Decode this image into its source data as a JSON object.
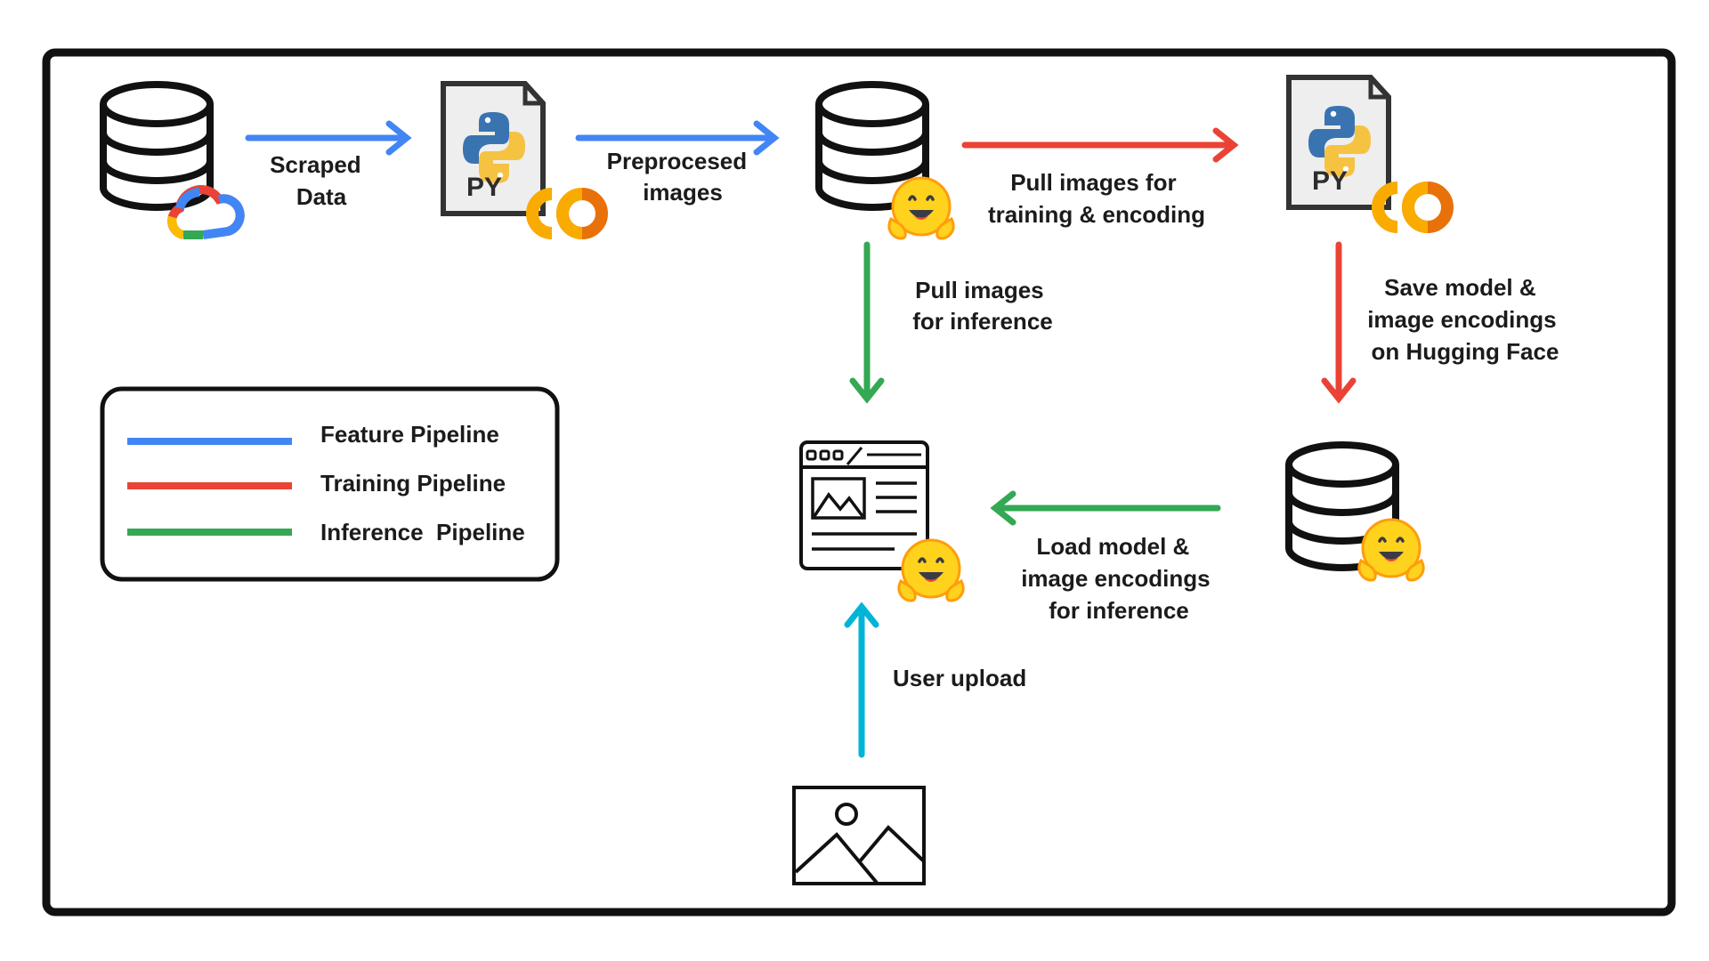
{
  "labels": {
    "scraped_l1": "Scraped",
    "scraped_l2": "Data",
    "preprocessed_l1": "Preprocesed",
    "preprocessed_l2": "images",
    "pull_train_l1": "Pull images for",
    "pull_train_l2": "training & encoding",
    "pull_infer_l1": "Pull images",
    "pull_infer_l2": "for inference",
    "save_l1": "Save model &",
    "save_l2": "image encodings",
    "save_l3": "on Hugging Face",
    "load_l1": "Load model &",
    "load_l2": "image encodings",
    "load_l3": "for inference",
    "upload": "User upload",
    "py_badge": "PY"
  },
  "legend": {
    "items": [
      {
        "label": "Feature Pipeline",
        "color": "#4285f4"
      },
      {
        "label": "Training Pipeline",
        "color": "#ea4335"
      },
      {
        "label": "Inference  Pipeline",
        "color": "#34a853"
      }
    ]
  },
  "colors": {
    "feature": "#4285f4",
    "training": "#ea4335",
    "inference": "#34a853",
    "upload": "#00b4d8"
  },
  "icons": [
    "database-icon",
    "google-cloud-icon",
    "python-file-icon",
    "colab-icon",
    "hugging-face-icon",
    "web-app-icon",
    "image-icon"
  ]
}
